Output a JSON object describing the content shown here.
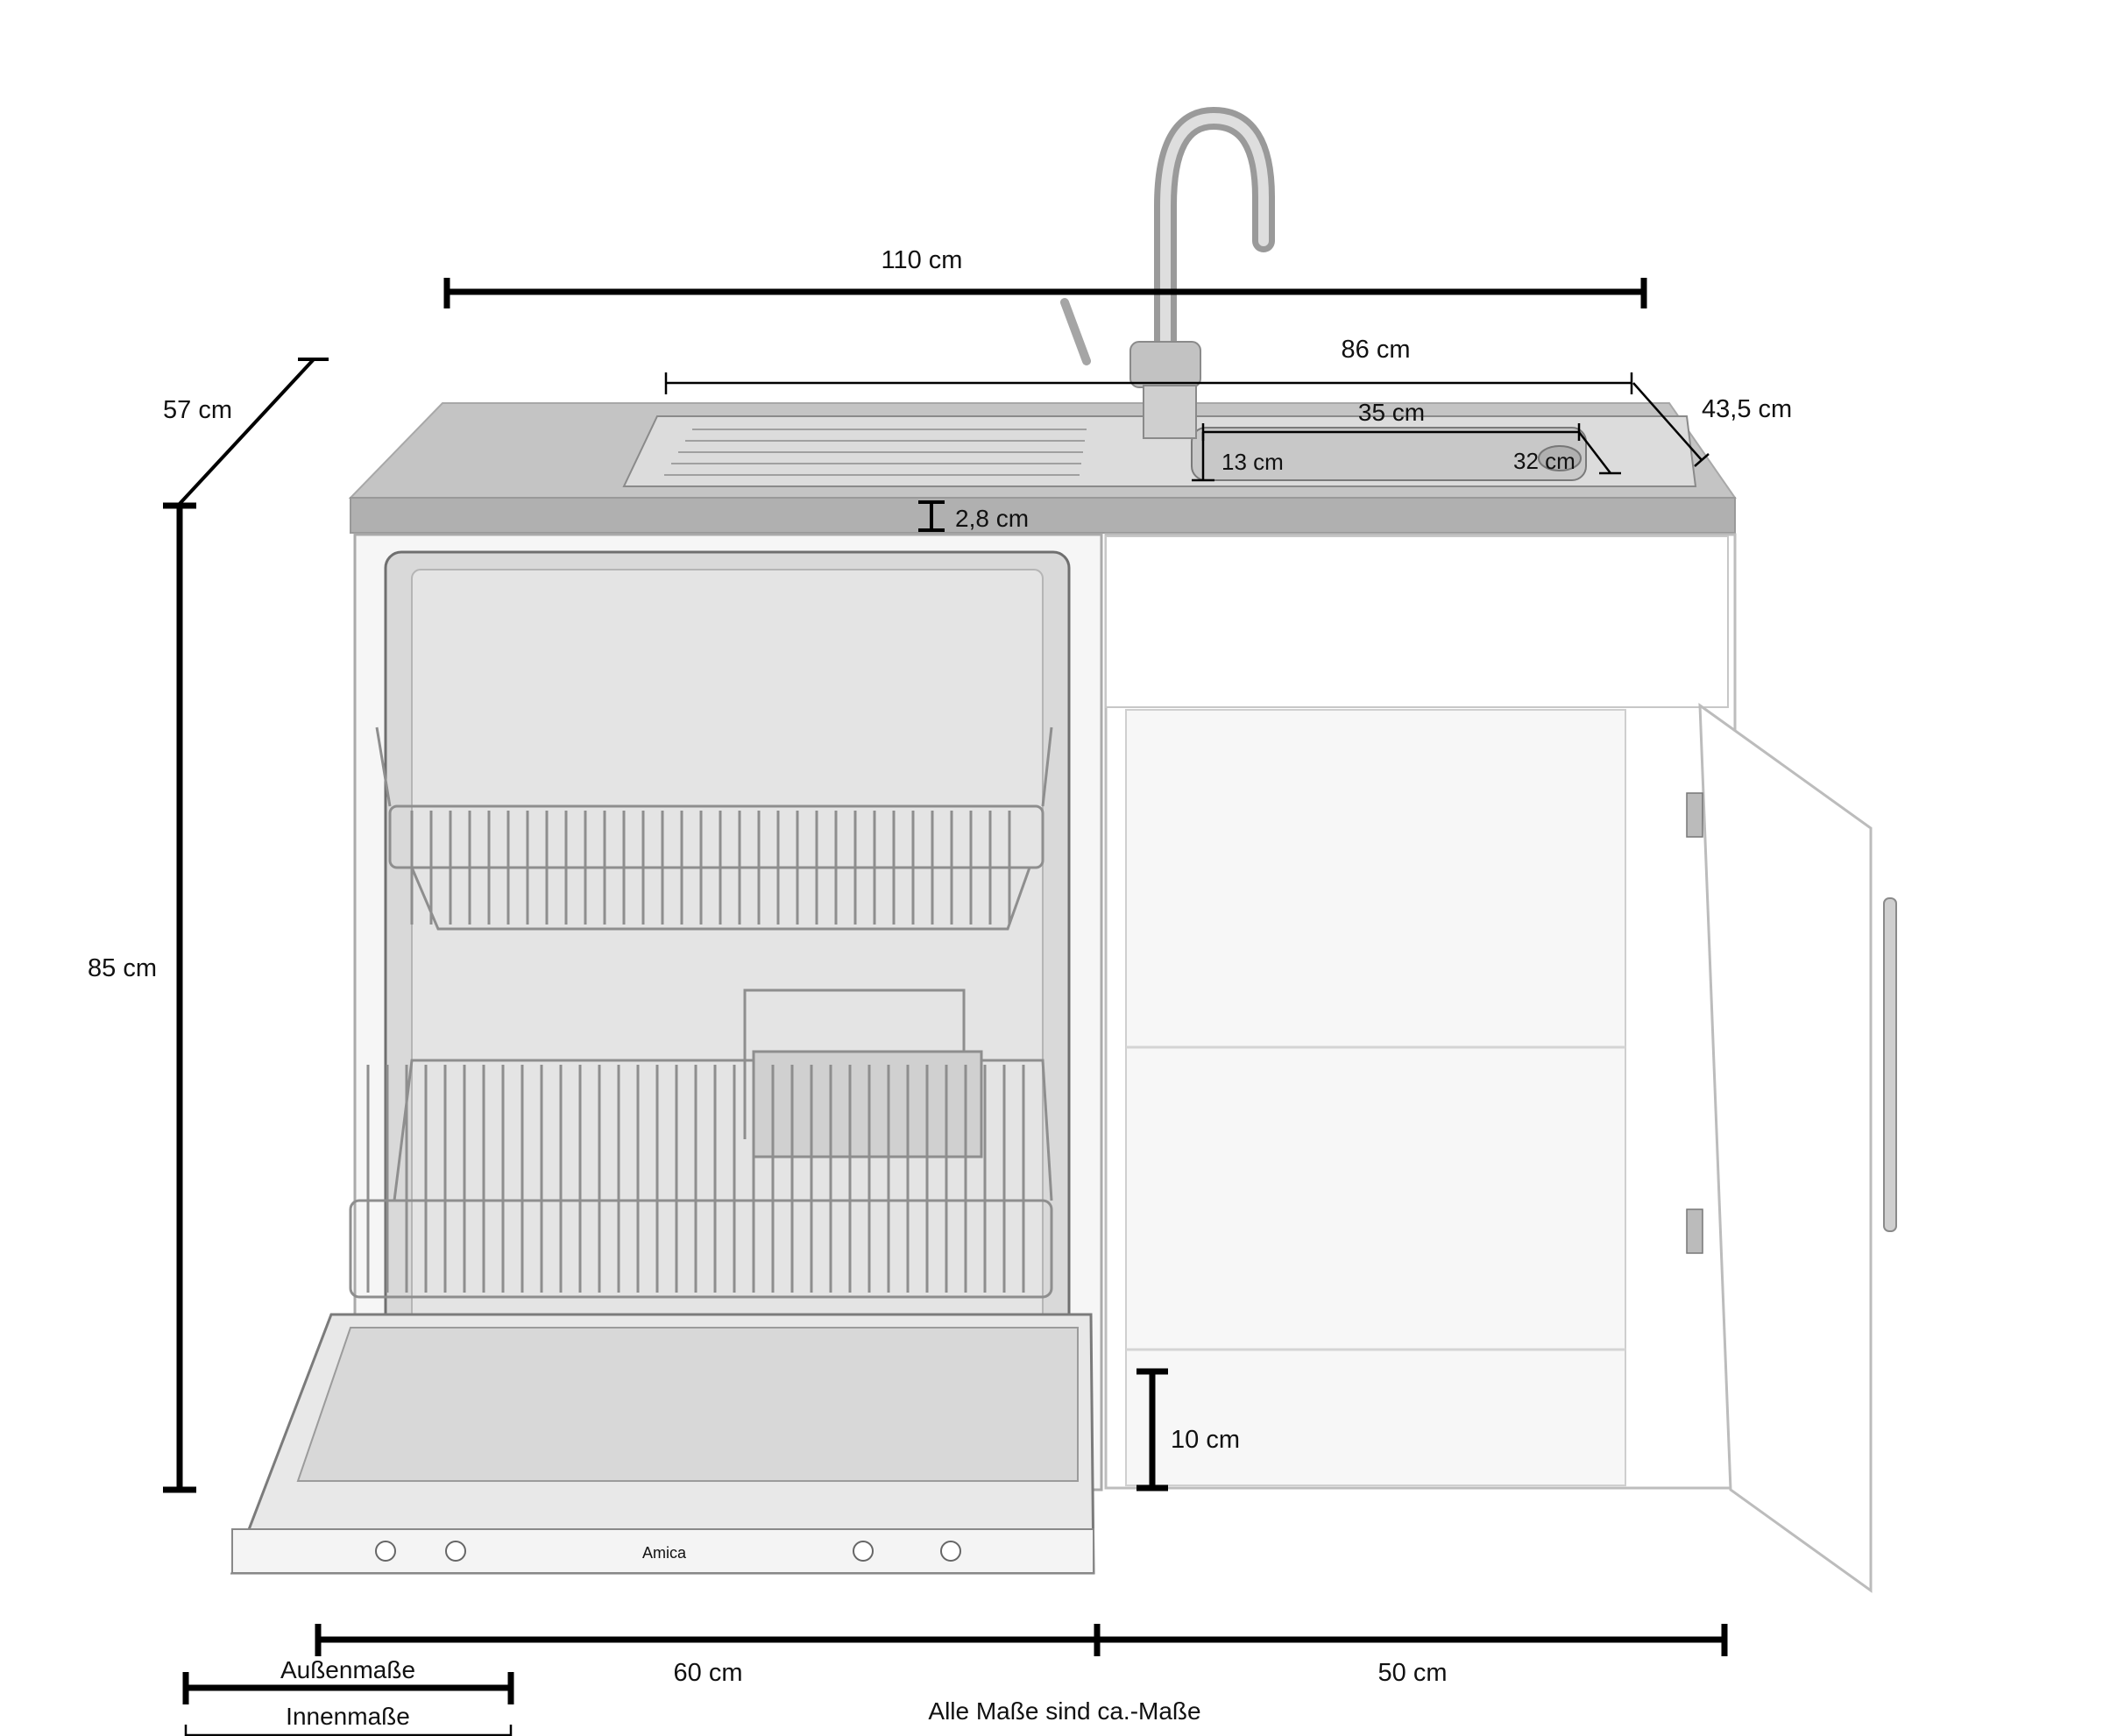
{
  "dimensions": {
    "total_width": "110 cm",
    "sink_width": "86 cm",
    "bowl_width": "35 cm",
    "bowl_edge": "13 cm",
    "bowl_depth": "32 cm",
    "sink_depth": "43,5 cm",
    "depth": "57 cm",
    "countertop_thickness": "2,8 cm",
    "height": "85 cm",
    "plinth_height": "10 cm",
    "dishwasher_width": "60 cm",
    "cabinet_width": "50 cm"
  },
  "legend": {
    "outer": "Außenmaße",
    "inner": "Innenmaße"
  },
  "note": "Alle Maße sind ca.-Maße",
  "appliance_brand": "Amica",
  "colors": {
    "countertop": "#bdbdbd",
    "steel": "#d6d6d6",
    "cabinet": "#ffffff",
    "line": "#000000"
  }
}
